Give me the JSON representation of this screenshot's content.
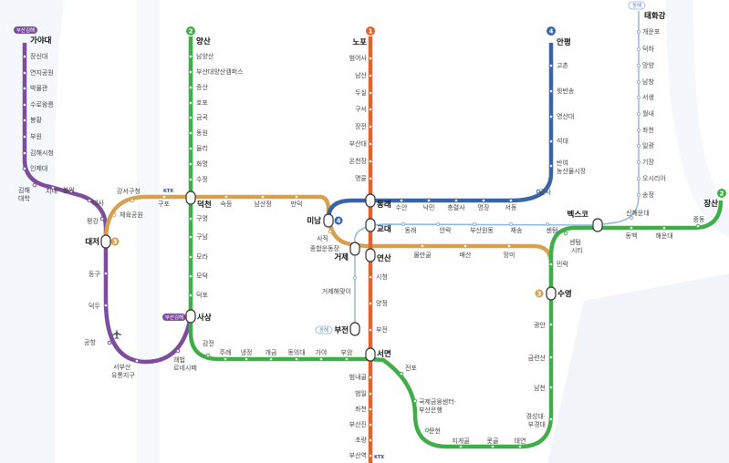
{
  "lines": {
    "l1": {
      "num": "1",
      "color": "#e2622b"
    },
    "l2": {
      "num": "2",
      "color": "#3fae49"
    },
    "l3": {
      "num": "3",
      "color": "#d6a053"
    },
    "l4": {
      "num": "4",
      "color": "#3a64a8"
    },
    "gimhae": {
      "color": "#7d4c9d"
    },
    "donghae": {
      "color": "#8fb3dc"
    }
  },
  "tags": {
    "gimhae_top": "부산김해",
    "gimhae_sasang": "부산김해",
    "donghae_top": "동해",
    "donghae_bujeon": "동해"
  },
  "hubs": {
    "gayadae": "가야대",
    "yangsan": "양산",
    "nopo": "노포",
    "anpyeong": "안평",
    "taehwagang": "태화강",
    "deokcheon": "덕천",
    "minam": "미남",
    "dongnae": "동래",
    "jangsan": "장산",
    "daejeo": "대저",
    "gyodae": "교대",
    "becsco": "벡스코",
    "yeonsan": "연산",
    "geoje": "거제",
    "suyeong": "수영",
    "sasang": "사상",
    "bujeon": "부전",
    "seomyeon": "서면"
  },
  "stations": {
    "gh1": "장신대",
    "gh2": "연지공원",
    "gh3": "박물관",
    "gh4": "수로왕릉",
    "gh5": "봉황",
    "gh6": "부원",
    "gh7": "김해시청",
    "gh8": "인제대",
    "gh9a": "김해",
    "gh9b": "대학",
    "gh10": "지내",
    "gh11": "불암",
    "gh12": "대사",
    "gh13": "평강",
    "gh14": "등구",
    "gh15": "덕두",
    "gh16": "공항",
    "gh17a": "서부산",
    "gh17b": "유통지구",
    "gh18a": "괘법",
    "gh18b": "르네시떼",
    "y1": "남양산",
    "y2": "부산대양산캠퍼스",
    "y3": "증산",
    "y4": "호포",
    "y5": "금곡",
    "y6": "동원",
    "y7": "율리",
    "y8": "화명",
    "y9": "수정",
    "y10": "구명",
    "y11": "구남",
    "y12": "모라",
    "y13": "모덕",
    "y14": "덕포",
    "n1": "범어사",
    "n2": "남산",
    "n3": "두실",
    "n4": "구서",
    "n5": "장전",
    "n6": "부산대",
    "n7": "온천장",
    "n8": "명륜",
    "a1": "고촌",
    "a2": "윗반송",
    "a3": "영산대",
    "a4": "석대",
    "a5a": "반여",
    "a5b": "농산물시장",
    "a6": "금사",
    "d4a": "수안",
    "d4b": "낙민",
    "d4c": "충렬사",
    "d4d": "명장",
    "d4e": "서동",
    "t1": "개운포",
    "t2": "덕하",
    "t3": "망양",
    "t4": "남창",
    "t5": "서생",
    "t6": "월내",
    "t7": "좌천",
    "t8": "일광",
    "t9": "기장",
    "t10": "오시리아",
    "t11": "송정",
    "t12": "신해운대",
    "l3a": "강서구청",
    "l3b": "체육공원",
    "l3c": "구포",
    "l3d": "숙등",
    "l3e": "남산정",
    "l3f": "만덕",
    "c1": "사직",
    "c2": "종합운동장",
    "c3": "거제해맞이",
    "g1": "동래",
    "g2": "안락",
    "g3": "부산원동",
    "g4": "재송",
    "g5": "센텀",
    "e1": "물만골",
    "e2": "배산",
    "e3": "망미",
    "k1": "시청",
    "k2": "양정",
    "k3": "부전",
    "m1": "동백",
    "m2": "해운대",
    "m3": "중동",
    "m4a": "센텀",
    "m4b": "시티",
    "m5": "민락",
    "s1": "감전",
    "s2": "주례",
    "s3": "냉정",
    "s4": "개금",
    "s5": "동의대",
    "s6": "가야",
    "s7": "부암",
    "s8": "전포",
    "s9a": "국제금융센터·",
    "s9b": "부산은행",
    "s10": "문현",
    "s11": "지게골",
    "s12": "못골",
    "s13": "대연",
    "s14a": "경성대·",
    "s14b": "부경대",
    "s15": "남천",
    "s16": "금련산",
    "s17": "광안",
    "b1": "범내골",
    "b2": "범일",
    "b3": "좌천",
    "b4": "부산진",
    "b5": "초량",
    "b6": "부산역"
  },
  "badges": {
    "ktx1": "KTX",
    "ktx2": "KTX",
    "daejeo_3": "3",
    "minam_4": "4",
    "suyeong_3": "3"
  }
}
